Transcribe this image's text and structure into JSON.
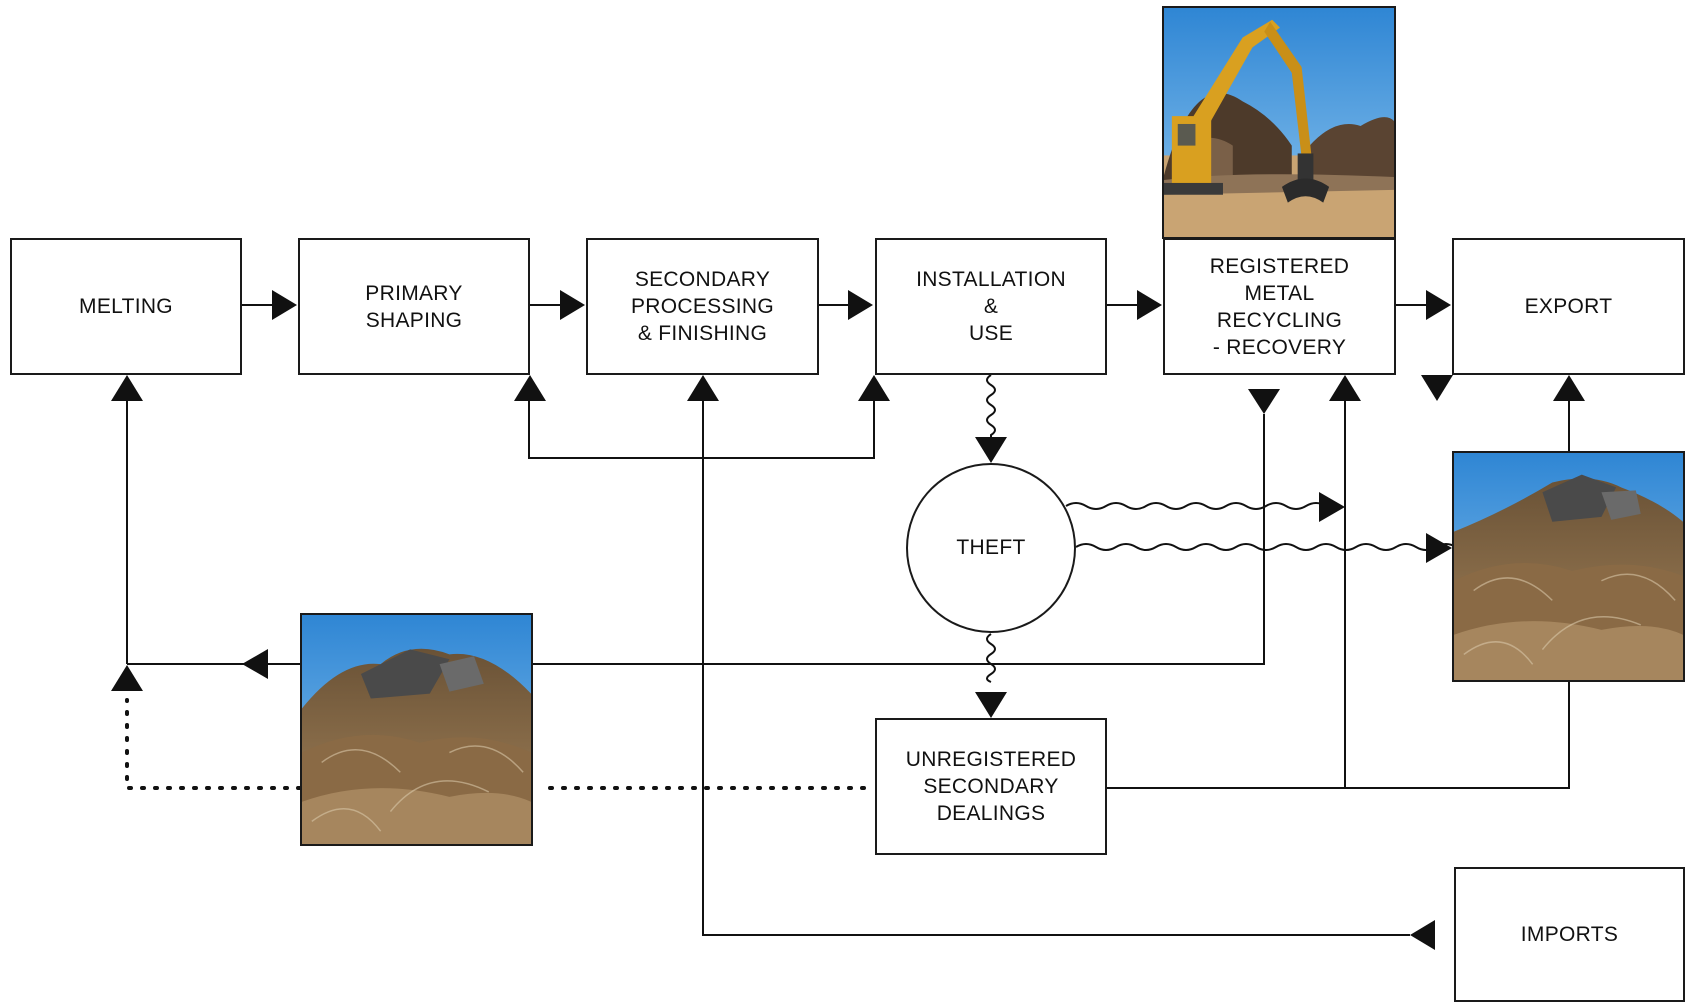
{
  "nodes": {
    "melting": "MELTING",
    "primary_shaping": "PRIMARY\nSHAPING",
    "secondary_processing": "SECONDARY\nPROCESSING\n& FINISHING",
    "installation_use": "INSTALLATION\n&\nUSE",
    "registered_recycling": "REGISTERED\nMETAL\nRECYCLING\n- RECOVERY",
    "export": "EXPORT",
    "theft": "THEFT",
    "unregistered_dealings": "UNREGISTERED\nSECONDARY\nDEALINGS",
    "imports": "IMPORTS"
  },
  "photos": {
    "recycling_yard": "excavator-grabber-scrap-yard-photo",
    "scrap_pile_left": "scrap-metal-pile-photo",
    "scrap_pile_right": "scrap-metal-pile-photo"
  },
  "colors": {
    "line": "#111111",
    "sky": "#3f93d6",
    "excavator": "#d9a020",
    "ground": "#c9a473",
    "scrap": "#8a6a45"
  }
}
